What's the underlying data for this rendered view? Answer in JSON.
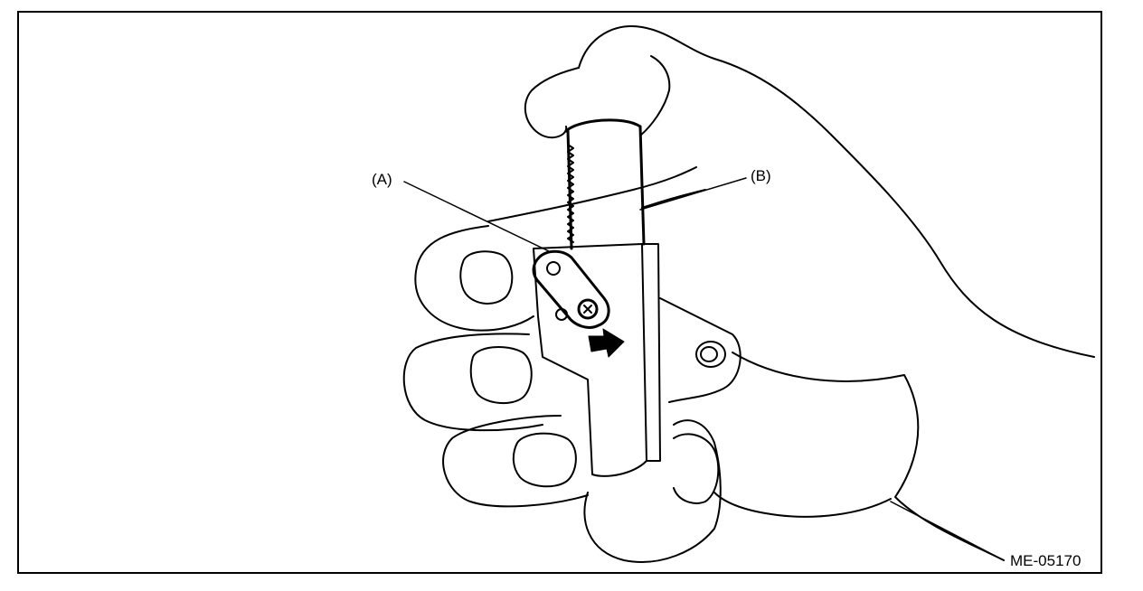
{
  "callouts": {
    "a": "(A)",
    "b": "(B)"
  },
  "figure_id": "ME-05170",
  "colors": {
    "line": "#000000",
    "background": "#ffffff"
  }
}
